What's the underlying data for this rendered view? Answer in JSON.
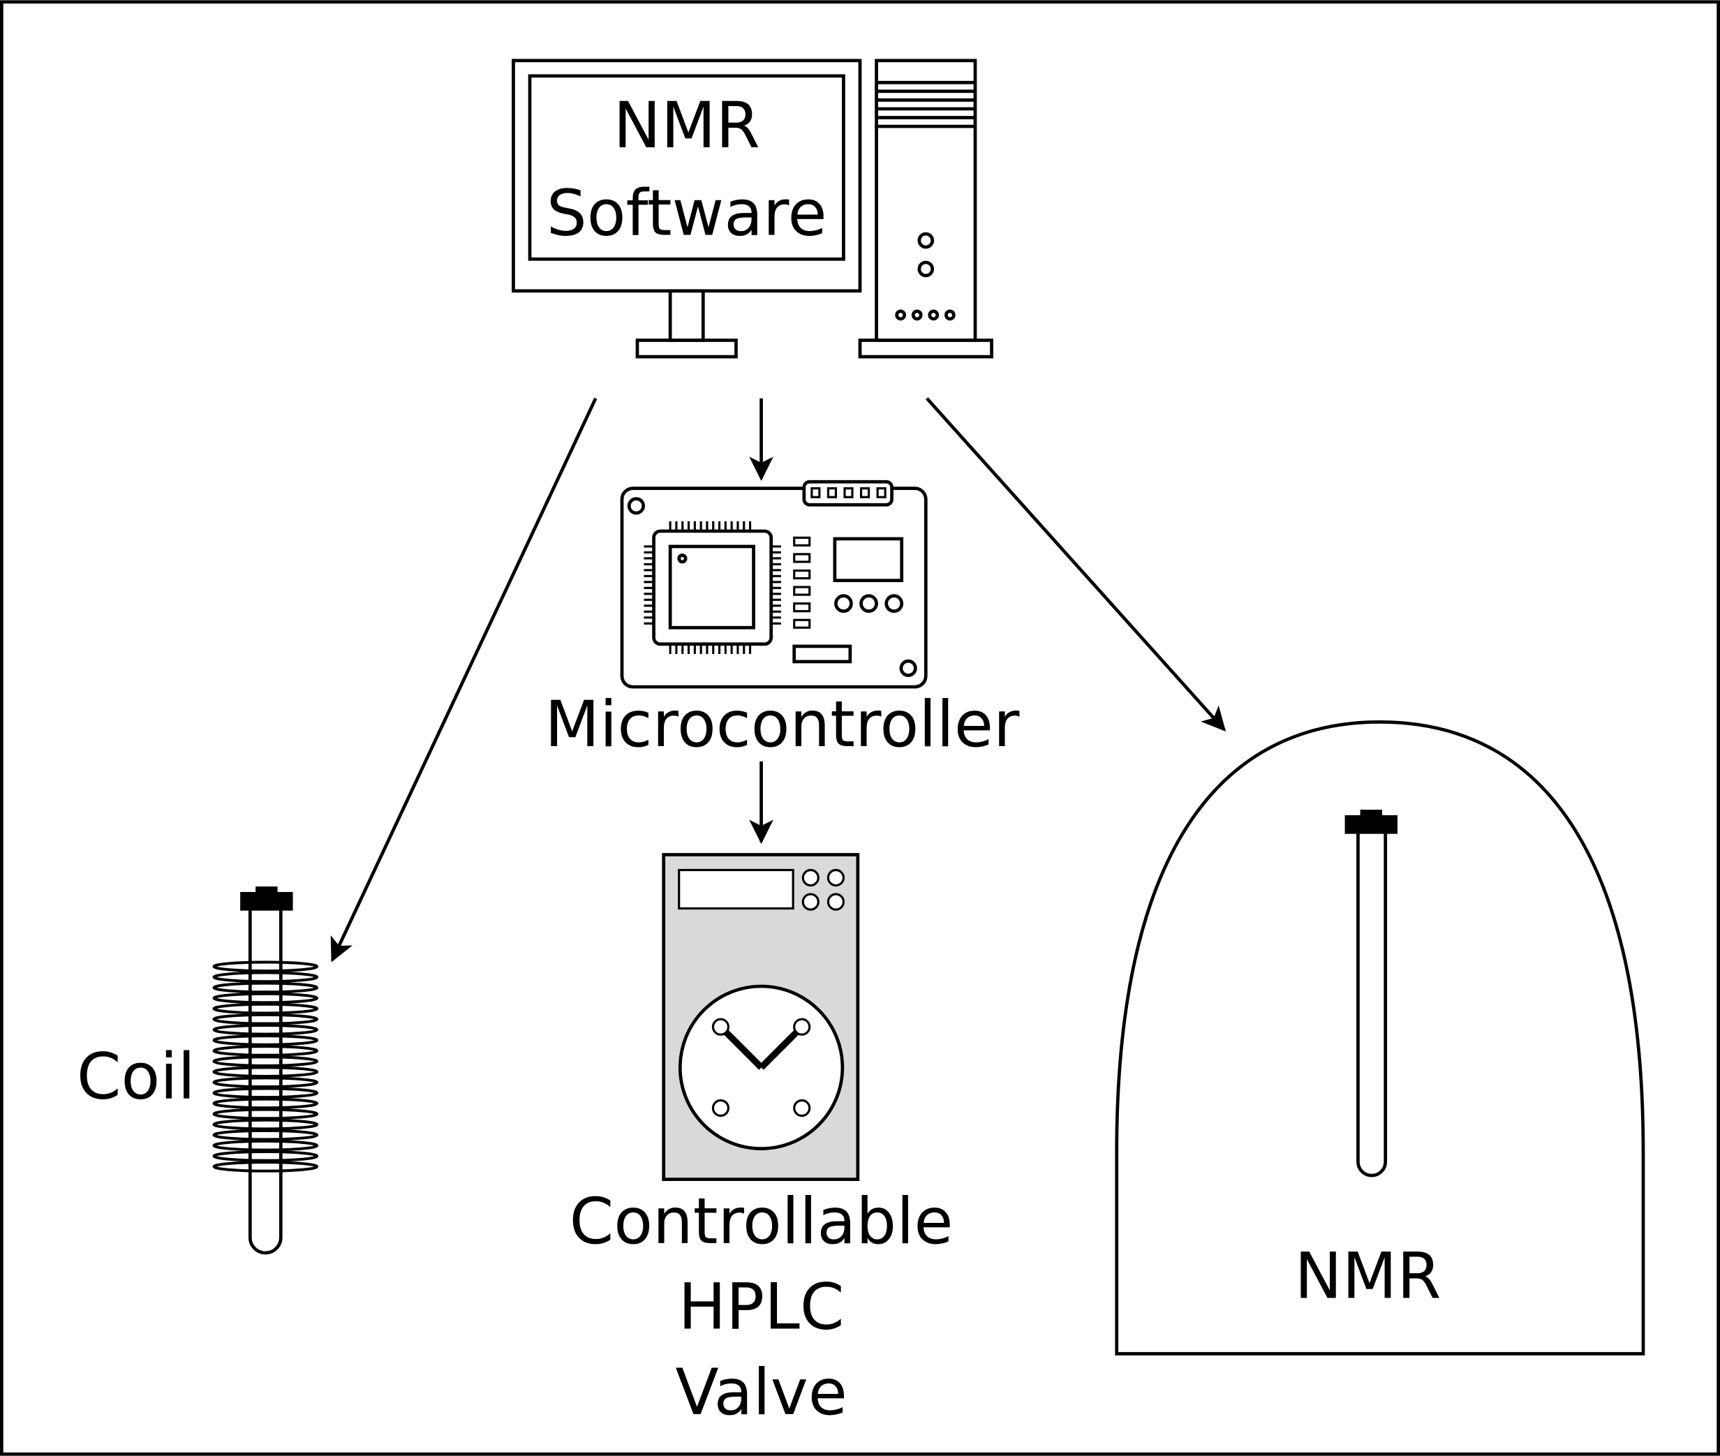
{
  "diagram": {
    "computer_label_line1": "NMR",
    "computer_label_line2": "Software",
    "microcontroller_label": "Microcontroller",
    "valve_label_line1": "Controllable",
    "valve_label_line2": "HPLC",
    "valve_label_line3": "Valve",
    "coil_label": "Coil",
    "nmr_label": "NMR"
  },
  "colors": {
    "stroke": "#000000",
    "background": "#ffffff",
    "valve_body": "#d9d9d9"
  }
}
